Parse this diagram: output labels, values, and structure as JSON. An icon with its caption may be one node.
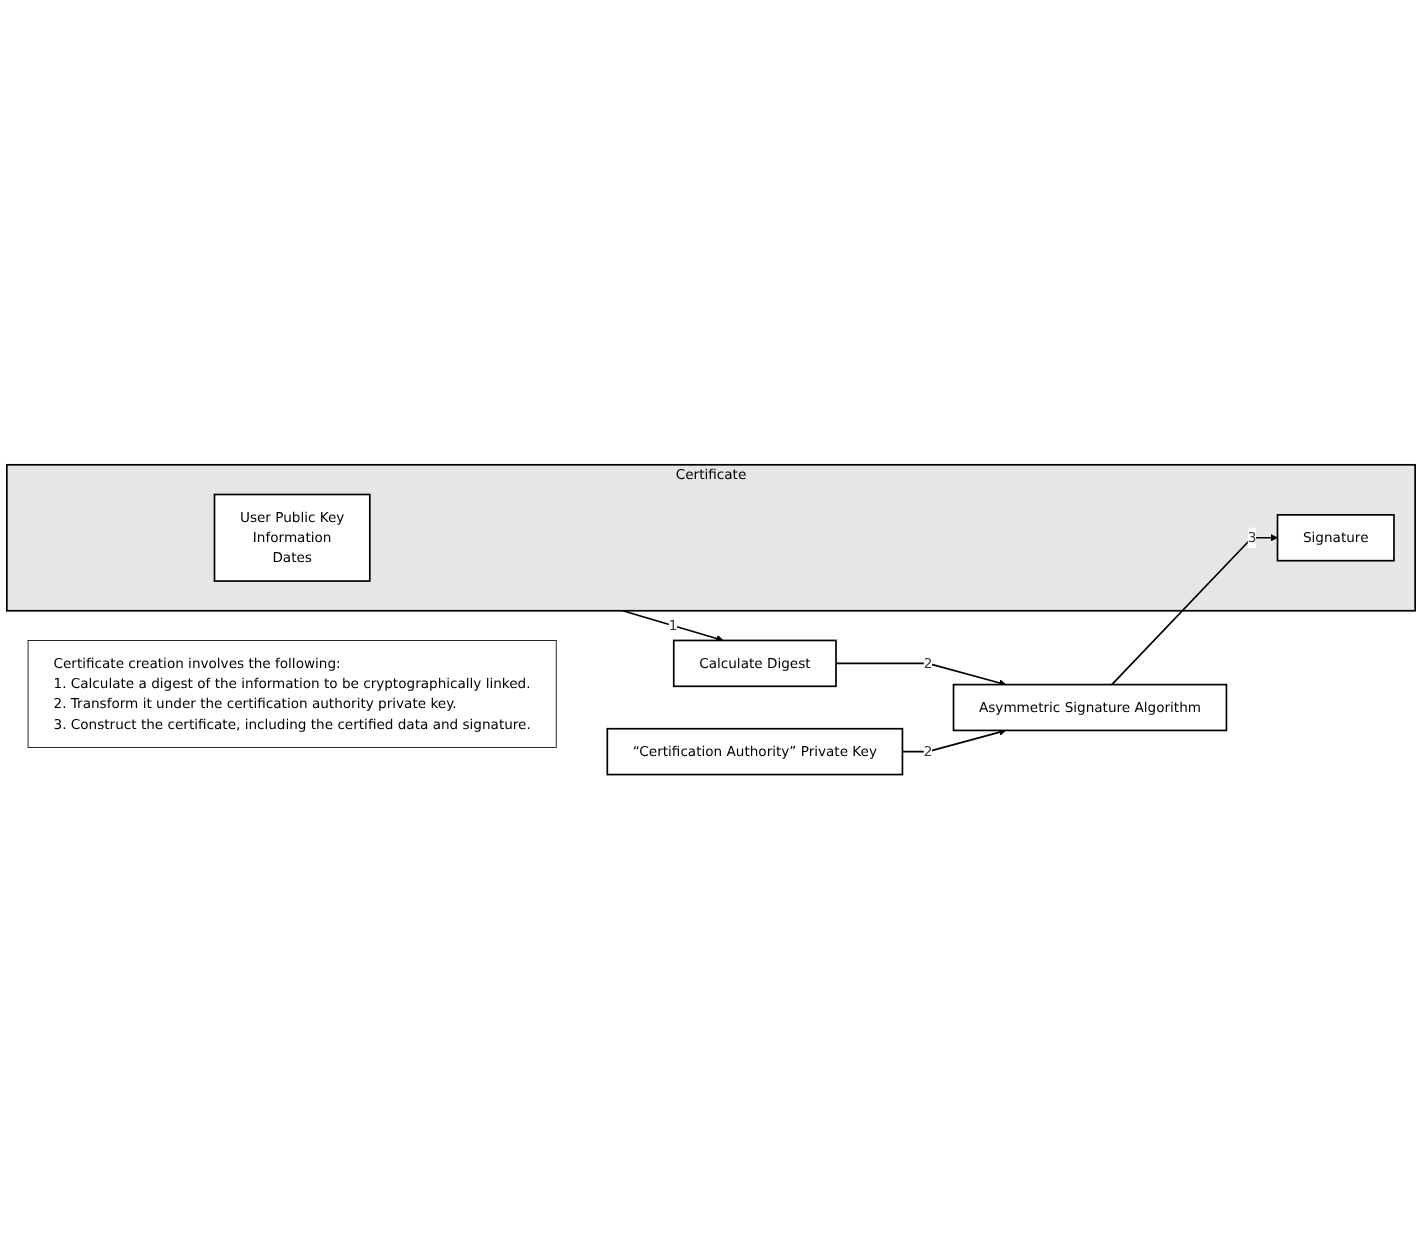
{
  "diagram": {
    "nodes": [
      {
        "text": [
          "Certificate"
        ]
      },
      {
        "text": [
          "User Public Key",
          "Information",
          "Dates"
        ],
        "in": 0
      },
      {
        "text": [
          "Signature"
        ],
        "in": 0
      },
      {
        "text": [
          "Calculate Digest"
        ]
      },
      {
        "text": [
          "“Certification Authority” Private Key"
        ]
      },
      {
        "text": [
          "Asymmetric Signature Algorithm"
        ]
      },
      {
        "text": [
          "Certificate creation involves the following:",
          "1. Calculate a digest of the information to be cryptographically linked.",
          "2. Transform it under the certification authority private key.",
          "3. Construct the certificate, including the certified data and signature."
        ]
      }
    ],
    "edges": [
      {
        "from": 0,
        "to": 3,
        "label": "1",
        "arrow": "to"
      },
      {
        "from": 3,
        "to": 5,
        "label": "2",
        "arrow": "to"
      },
      {
        "from": 4,
        "to": 5,
        "label": "2",
        "arrow": "to"
      },
      {
        "from": 5,
        "to": 2,
        "label": "3",
        "arrow": "to"
      }
    ]
  }
}
